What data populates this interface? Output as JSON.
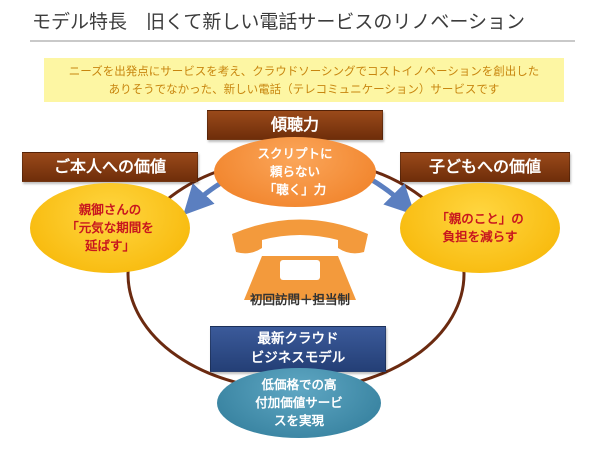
{
  "slide": {
    "title": "モデル特長　旧くて新しい電話サービスのリノベーション",
    "summary_lines": [
      "ニーズを出発点にサービスを考え、クラウドソーシングでコストイノベーションを創出した",
      "ありそうでなかった、新しい電話（テレコミュニケーション）サービスです"
    ]
  },
  "diagram": {
    "top": {
      "banner": "傾聴力",
      "bubble_lines": [
        "スクリプトに",
        "頼らない",
        "「聴く」力"
      ]
    },
    "left": {
      "banner": "ご本人への価値",
      "bubble_lines": [
        "親御さんの",
        "「元気な期間を",
        "延ばす」"
      ]
    },
    "right": {
      "banner": "子どもへの価値",
      "bubble_lines": [
        "「親のこと」の",
        "負担を減らす"
      ]
    },
    "bottom": {
      "banner_lines": [
        "最新クラウド",
        "ビジネスモデル"
      ],
      "bubble_lines": [
        "低価格での高",
        "付加価値サービ",
        "スを実現"
      ]
    },
    "center": {
      "icon": "telephone-icon",
      "label": "初回訪問＋担当制"
    }
  },
  "colors": {
    "ring": "#6b2a10",
    "banner_brown": "#7a3510",
    "banner_navy": "#2a4a86",
    "bubble_orange": "#f28a2f",
    "bubble_yellow": "#f8be00",
    "bubble_teal": "#3a88a6",
    "phone": "#f39a3c",
    "arrow": "#5b7fc0",
    "summary_bg": "#fdf6a3",
    "summary_text": "#c8860f"
  }
}
